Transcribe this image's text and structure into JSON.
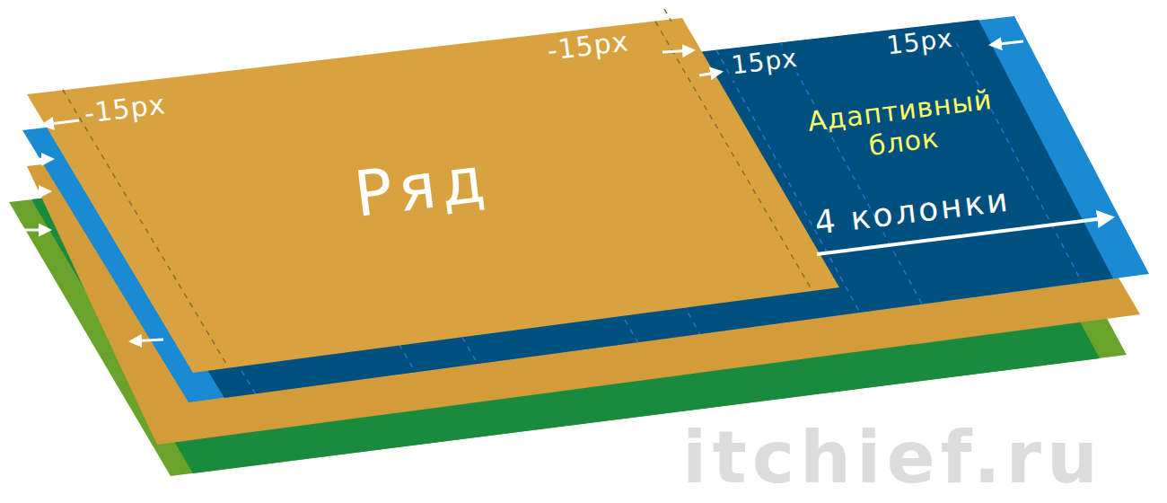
{
  "diagram": {
    "nodes": [
      {
        "text": [
          "Ряд"
        ]
      },
      {
        "text": [
          "Адаптивный блок",
          "4 колонки"
        ]
      }
    ],
    "labels": [
      "-15px",
      "-15px",
      "15px",
      "15px",
      "itchief.ru"
    ]
  }
}
